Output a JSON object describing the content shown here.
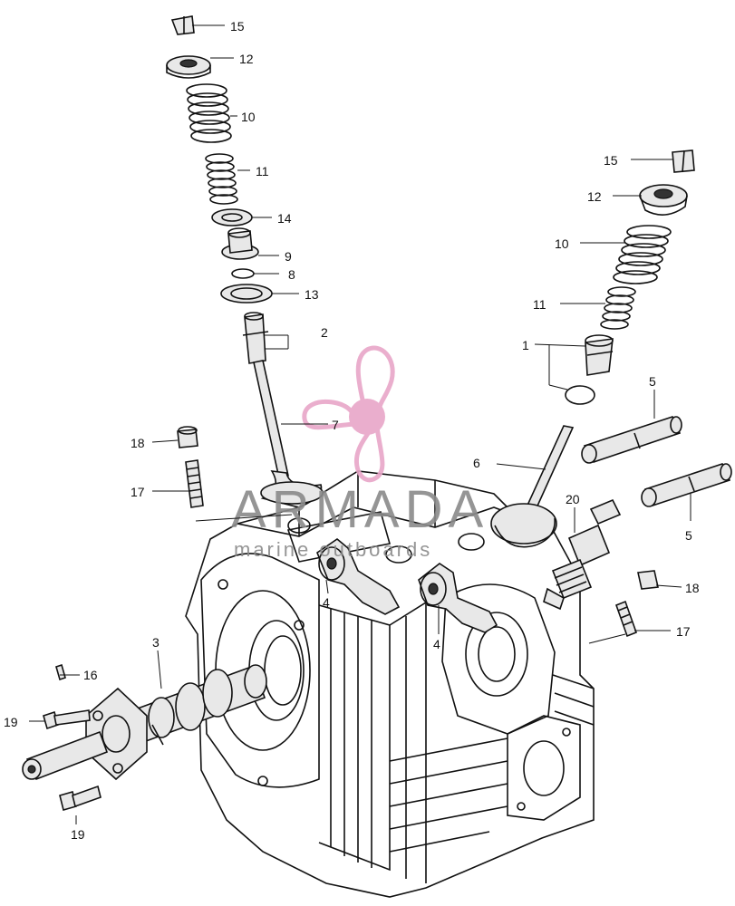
{
  "watermark": {
    "brand": "ARMADA",
    "tagline": "marine outboards",
    "logo_color": "#e8a6c8",
    "text_color": "#8a8a8a"
  },
  "callouts": [
    {
      "id": "c15a",
      "label": "15"
    },
    {
      "id": "c12a",
      "label": "12"
    },
    {
      "id": "c10a",
      "label": "10"
    },
    {
      "id": "c11a",
      "label": "11"
    },
    {
      "id": "c14",
      "label": "14"
    },
    {
      "id": "c9",
      "label": "9"
    },
    {
      "id": "c8",
      "label": "8"
    },
    {
      "id": "c13",
      "label": "13"
    },
    {
      "id": "c2",
      "label": "2"
    },
    {
      "id": "c7",
      "label": "7"
    },
    {
      "id": "c18a",
      "label": "18"
    },
    {
      "id": "c17a",
      "label": "17"
    },
    {
      "id": "c15b",
      "label": "15"
    },
    {
      "id": "c12b",
      "label": "12"
    },
    {
      "id": "c10b",
      "label": "10"
    },
    {
      "id": "c11b",
      "label": "11"
    },
    {
      "id": "c1",
      "label": "1"
    },
    {
      "id": "c5a",
      "label": "5"
    },
    {
      "id": "c6",
      "label": "6"
    },
    {
      "id": "c20",
      "label": "20"
    },
    {
      "id": "c5b",
      "label": "5"
    },
    {
      "id": "c18b",
      "label": "18"
    },
    {
      "id": "c17b",
      "label": "17"
    },
    {
      "id": "c4a",
      "label": "4"
    },
    {
      "id": "c4b",
      "label": "4"
    },
    {
      "id": "c3",
      "label": "3"
    },
    {
      "id": "c16",
      "label": "16"
    },
    {
      "id": "c19a",
      "label": "19"
    },
    {
      "id": "c19b",
      "label": "19"
    }
  ]
}
